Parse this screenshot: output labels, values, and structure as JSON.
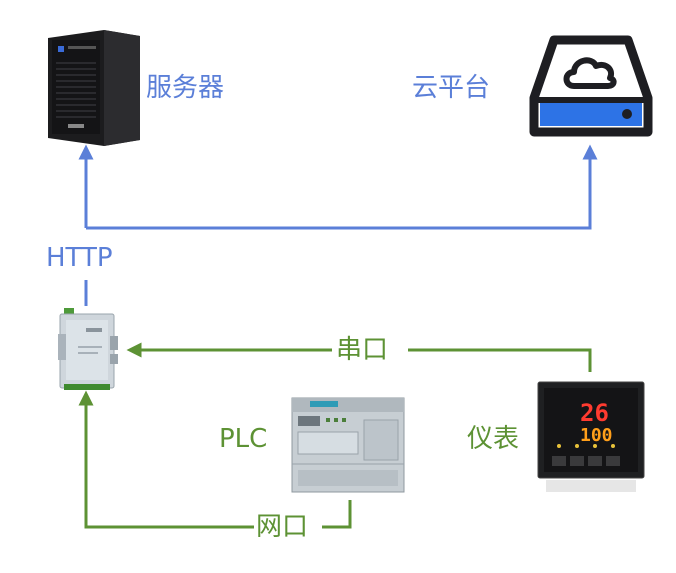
{
  "nodes": {
    "server": {
      "label": "服务器"
    },
    "cloud": {
      "label": "云平台"
    },
    "plc": {
      "label": "PLC"
    },
    "meter": {
      "label": "仪表",
      "display_top": "26",
      "display_bottom": "100"
    }
  },
  "links": {
    "http": {
      "label": "HTTP"
    },
    "serial": {
      "label": "串口"
    },
    "ethernet": {
      "label": "网口"
    }
  },
  "colors": {
    "upstream": "#5b7fd8",
    "downstream": "#5d9234"
  }
}
